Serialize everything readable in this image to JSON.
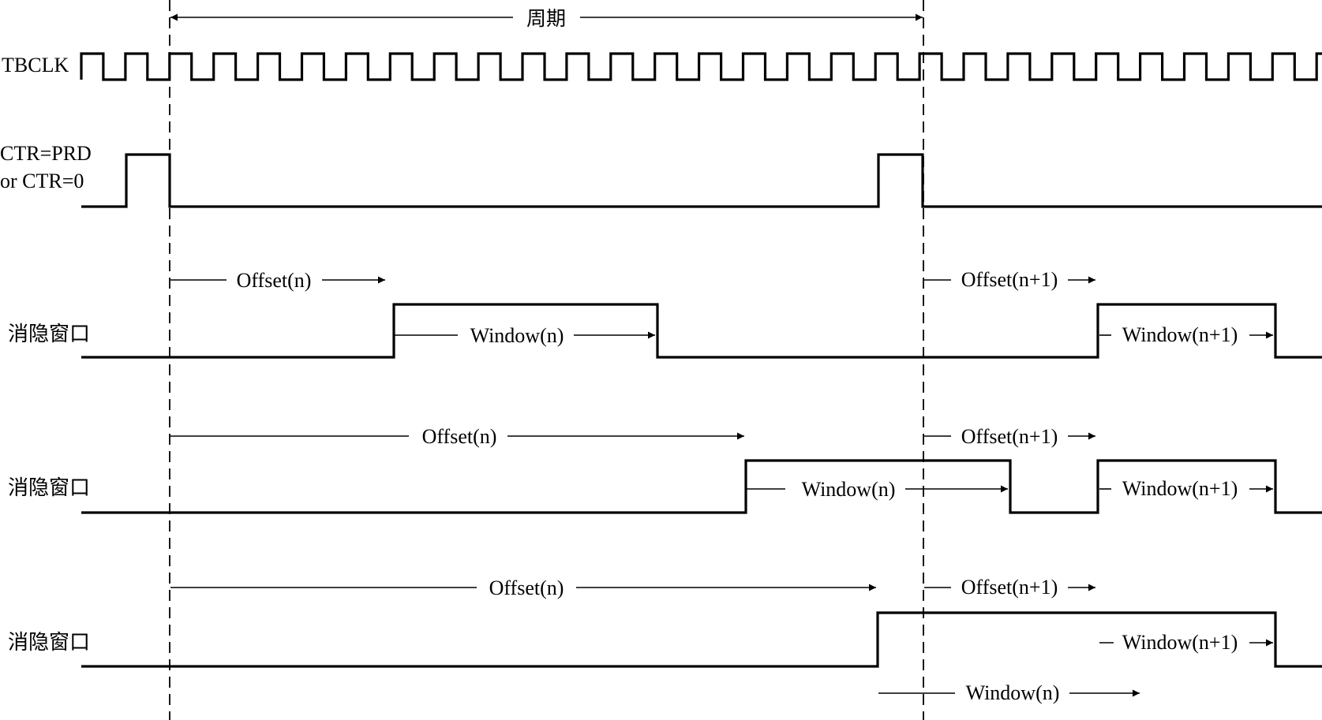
{
  "labels": {
    "period": "周期",
    "tbclk": "TBCLK",
    "ctr_line1": "CTR=PRD",
    "ctr_line2": "or CTR=0",
    "blank_window_1": "消隐窗口",
    "blank_window_2": "消隐窗口",
    "blank_window_3": "消隐窗口"
  },
  "annotations": {
    "r1_offset_n": "Offset(n)",
    "r1_window_n": "Window(n)",
    "r1_offset_n1": "Offset(n+1)",
    "r1_window_n1": "Window(n+1)",
    "r2_offset_n": "Offset(n)",
    "r2_window_n": "Window(n)",
    "r2_offset_n1": "Offset(n+1)",
    "r2_window_n1": "Window(n+1)",
    "r3_offset_n": "Offset(n)",
    "r3_offset_n1": "Offset(n+1)",
    "r3_window_n1": "Window(n+1)",
    "r3_window_n": "Window(n)"
  }
}
